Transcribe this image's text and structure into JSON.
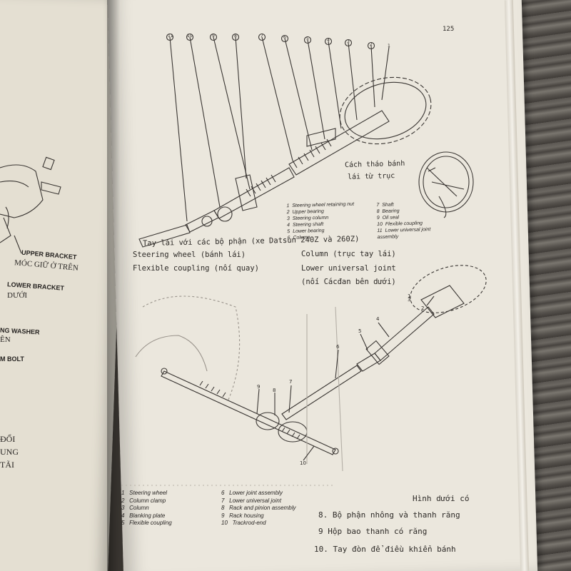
{
  "page_number": "125",
  "left_page": {
    "labels": [
      {
        "text": "UPPER BRACKET"
      },
      {
        "text": "MÓC GIỮ Ở TRÊN"
      },
      {
        "text": "LOWER BRACKET"
      },
      {
        "text": "DƯỚI"
      },
      {
        "text": "NG WASHER"
      },
      {
        "text": "ÊN"
      },
      {
        "text": "M BOLT"
      },
      {
        "text": "ĐỔI"
      },
      {
        "text": "UNG"
      },
      {
        "text": "TÃI"
      }
    ]
  },
  "figure1": {
    "callouts": [
      "11",
      "10",
      "9",
      "8",
      "7",
      "6",
      "5",
      "4",
      "3",
      "2",
      "1"
    ],
    "inset_caption": [
      "Cách tháo bánh",
      "lái từ trục"
    ],
    "legend_left": [
      {
        "num": "1",
        "text": "Steering wheel retaining nut"
      },
      {
        "num": "2",
        "text": "Upper bearing"
      },
      {
        "num": "3",
        "text": "Steering column"
      },
      {
        "num": "4",
        "text": "Steering shaft"
      },
      {
        "num": "5",
        "text": "Lower bearing"
      },
      {
        "num": "6",
        "text": "Column"
      }
    ],
    "legend_right": [
      {
        "num": "7",
        "text": "Shaft"
      },
      {
        "num": "8",
        "text": "Bearing"
      },
      {
        "num": "9",
        "text": "Oil seal"
      },
      {
        "num": "10",
        "text": "Flexible coupling"
      },
      {
        "num": "11",
        "text": "Lower universal joint assembly"
      }
    ],
    "caption": "Tay lái với các bộ phận (xe Datsun 240Z và 260Z)",
    "terms": [
      "Steering wheel (bánh lái)",
      "Column (trục tay lái)",
      "Flexible coupling (nối quay)",
      "Lower universal joint",
      "(nối Cácđan bên dưới)"
    ]
  },
  "figure2": {
    "callouts": [
      "1",
      "2",
      "3",
      "4",
      "5",
      "6",
      "7",
      "8",
      "9",
      "10"
    ],
    "legend_left": [
      {
        "num": "1",
        "text": "Steering wheel"
      },
      {
        "num": "2",
        "text": "Column clamp"
      },
      {
        "num": "3",
        "text": "Column"
      },
      {
        "num": "4",
        "text": "Blanking plate"
      },
      {
        "num": "5",
        "text": "Flexible coupling"
      }
    ],
    "legend_right": [
      {
        "num": "6",
        "text": "Lower joint assembly"
      },
      {
        "num": "7",
        "text": "Lower universal joint"
      },
      {
        "num": "8",
        "text": "Rack and pinion assembly"
      },
      {
        "num": "9",
        "text": "Rack housing"
      },
      {
        "num": "10",
        "text": "Trackrod-end"
      }
    ]
  },
  "notes": {
    "heading": "Hình dưới có",
    "lines": [
      "8. Bộ phận nhông và thanh răng",
      "9  Hộp bao thanh có răng",
      "10. Tay đòn để điều khiển bánh"
    ]
  }
}
